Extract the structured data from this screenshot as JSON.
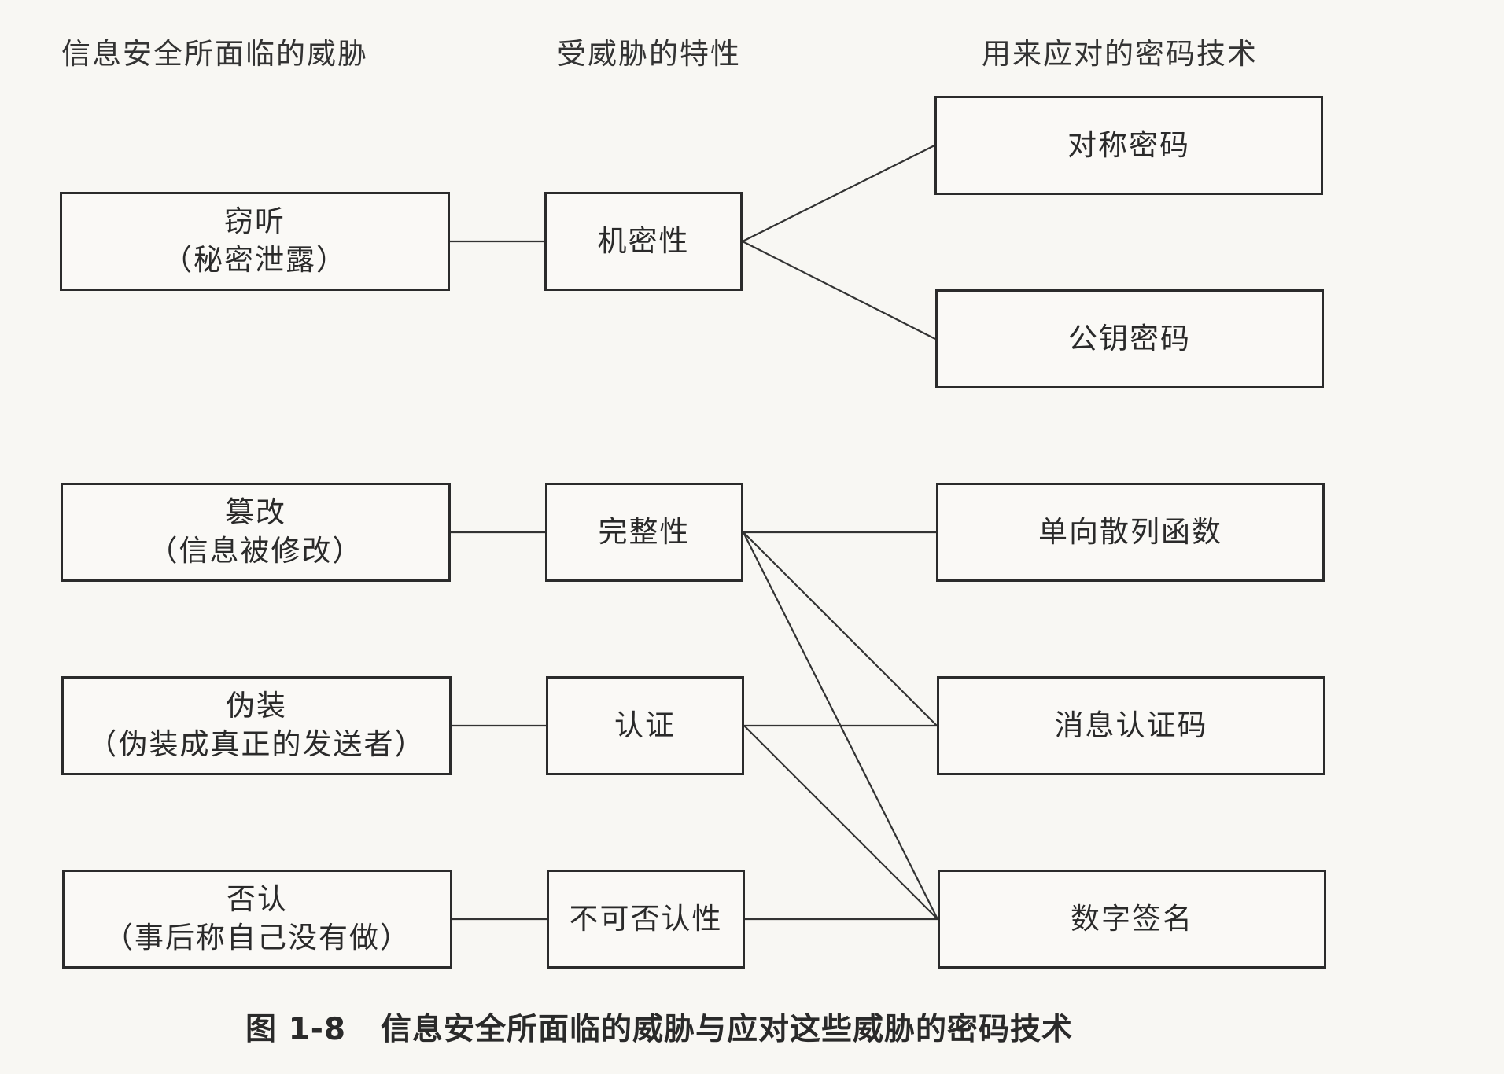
{
  "headers": {
    "threats": "信息安全所面临的威胁",
    "properties": "受威胁的特性",
    "techniques": "用来应对的密码技术"
  },
  "threats": [
    {
      "label": "窃听",
      "sub": "（秘密泄露）"
    },
    {
      "label": "篡改",
      "sub": "（信息被修改）"
    },
    {
      "label": "伪装",
      "sub": "（伪装成真正的发送者）"
    },
    {
      "label": "否认",
      "sub": "（事后称自己没有做）"
    }
  ],
  "properties": [
    {
      "label": "机密性"
    },
    {
      "label": "完整性"
    },
    {
      "label": "认证"
    },
    {
      "label": "不可否认性"
    }
  ],
  "techniques": [
    {
      "label": "对称密码"
    },
    {
      "label": "公钥密码"
    },
    {
      "label": "单向散列函数"
    },
    {
      "label": "消息认证码"
    },
    {
      "label": "数字签名"
    }
  ],
  "caption": {
    "number": "图 1-8",
    "text": "信息安全所面临的威胁与应对这些威胁的密码技术"
  },
  "connections": {
    "threat_to_property": [
      [
        0,
        0
      ],
      [
        1,
        1
      ],
      [
        2,
        2
      ],
      [
        3,
        3
      ]
    ],
    "property_to_technique": [
      [
        0,
        0
      ],
      [
        0,
        1
      ],
      [
        1,
        2
      ],
      [
        1,
        3
      ],
      [
        1,
        4
      ],
      [
        2,
        3
      ],
      [
        2,
        4
      ],
      [
        3,
        4
      ]
    ]
  }
}
